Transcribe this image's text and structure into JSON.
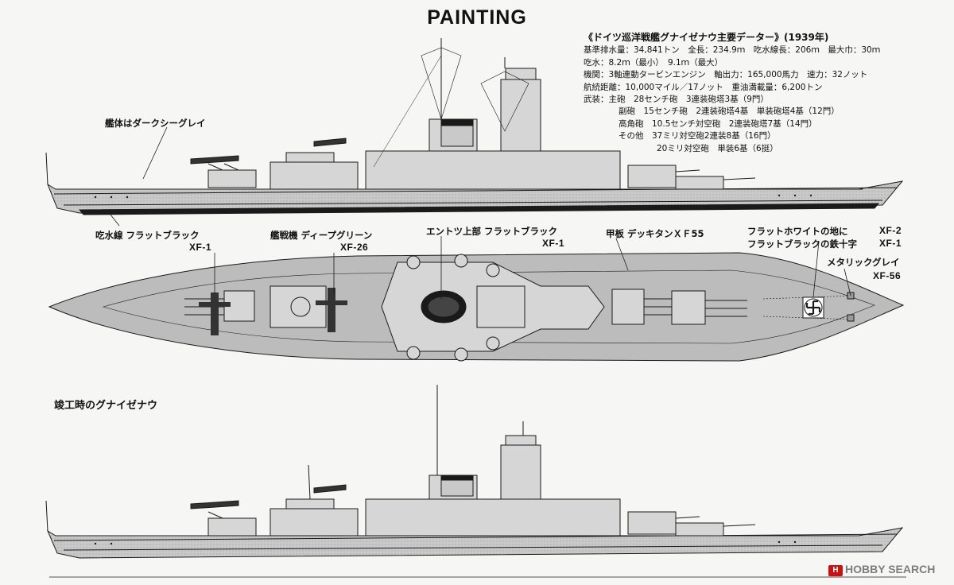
{
  "page": {
    "title": "PAINTING",
    "section2_title": "竣工時のグナイゼナウ"
  },
  "specs": {
    "heading": "《ドイツ巡洋戦艦グナイゼナウ主要データー》(1939年)",
    "lines": [
      "基準排水量：34,841トン　全長：234.9ｍ　吃水線長：206ｍ　最大巾：30ｍ",
      "吃水：8.2ｍ（最小）　9.1ｍ（最大）",
      "機関：3軸連動タービンエンジン　軸出力：165,000馬力　速力：32ノット",
      "航続距離：10,000マイル／17ノット　重油満載量：6,200トン",
      "武装：主砲　28センチ砲　3連装砲塔3基（9門）",
      "副砲　15センチ砲　2連装砲塔4基　単装砲塔4基（12門）",
      "高角砲　10.5センチ対空砲　2連装砲塔7基（14門）",
      "その他　37ミリ対空砲2連装8基（16門）",
      "20ミリ対空砲　単装6基（6挺）"
    ]
  },
  "callouts": {
    "hull": {
      "label": "艦体はダークシーグレイ"
    },
    "waterline": {
      "label": "吃水線 フラットブラック",
      "code": "XF-1"
    },
    "aircraft": {
      "label": "艦戦機 ディープグリーン",
      "code": "XF-26"
    },
    "funnel": {
      "label": "エントツ上部 フラットブラック",
      "code": "XF-1"
    },
    "deck": {
      "label": "甲板 デッキタンＸＦ55"
    },
    "marking1": {
      "label": "フラットホワイトの地に",
      "code": "XF-2"
    },
    "marking2": {
      "label": "フラットブラックの鉄十字",
      "code": "XF-1"
    },
    "metallic": {
      "label": "メタリックグレイ",
      "code": "XF-56"
    }
  },
  "colors": {
    "hull": "#c9c9c9",
    "deck": "#bcbcbc",
    "ink": "#1a1a1a",
    "paper": "#f6f6f4",
    "watermark_red": "#cc1111"
  },
  "watermark": {
    "logo": "H",
    "text": "HOBBY SEARCH"
  }
}
